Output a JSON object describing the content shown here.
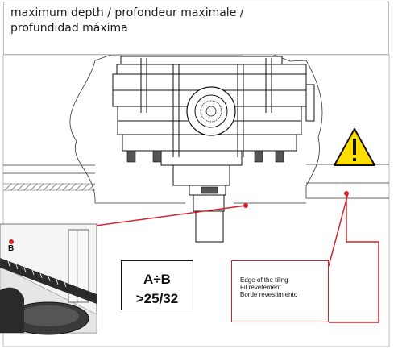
{
  "caption": {
    "line1": "maximum depth / profondeur maximale /",
    "line2": "profundidad máxima"
  },
  "ratio_box": {
    "line1": "A÷B",
    "line2": ">25/32"
  },
  "edge_note": {
    "en": "Edge of the tiling",
    "fr": "Fil revetement",
    "es": "Borde revestimiento"
  },
  "photo_label": "B",
  "colors": {
    "leader": "#d4232a",
    "warning_fill": "#ffdd00",
    "line": "#111111"
  },
  "icons": [
    "warning-triangle-icon"
  ]
}
